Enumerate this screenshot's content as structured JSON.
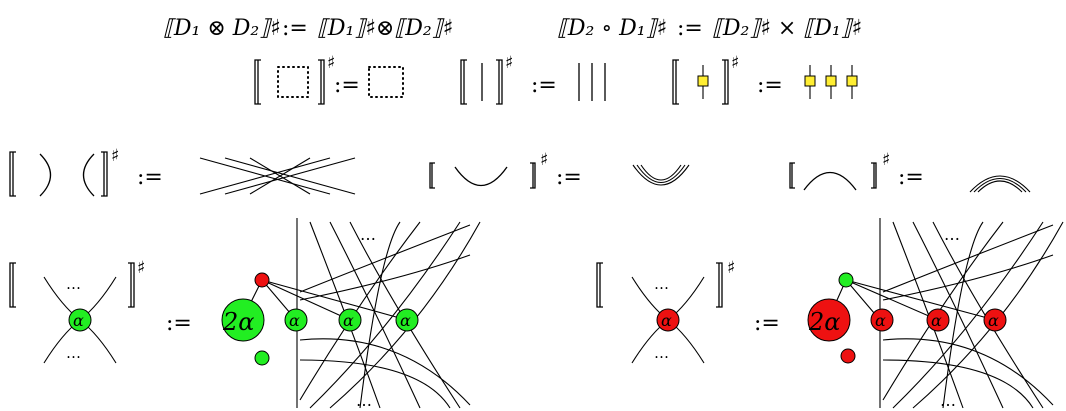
{
  "formulas": {
    "tensor": {
      "lhs": "⟦D₁ ⊗ D₂⟧♯",
      "assign": ":=",
      "rhs": "⟦D₁⟧♯⊗⟦D₂⟧♯"
    },
    "compose": {
      "lhs": "⟦D₂ ∘ D₁⟧♯",
      "assign": ":=",
      "rhs": "⟦D₂⟧♯ × ⟦D₁⟧♯"
    }
  },
  "symbols": {
    "sharp": "♯",
    "assign": ":=",
    "dots": "…",
    "alpha": "α",
    "two_alpha": "2α"
  },
  "colors": {
    "green": "#22ee22",
    "red": "#ee1111",
    "yellow": "#ffee33",
    "line": "#000000"
  }
}
